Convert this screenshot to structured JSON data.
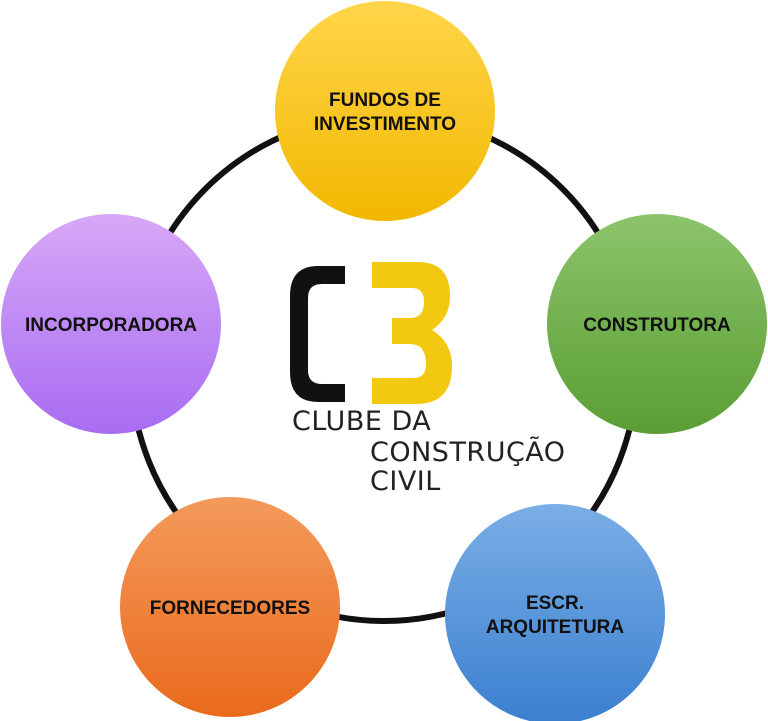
{
  "nodes": [
    {
      "id": "fundos",
      "lines": [
        "FUNDOS DE",
        "INVESTIMENTO"
      ],
      "color_top": "#ffd54a",
      "color_bottom": "#f2b800"
    },
    {
      "id": "construtora",
      "lines": [
        "CONSTRUTORA"
      ],
      "color_top": "#8cc46a",
      "color_bottom": "#5a9e35"
    },
    {
      "id": "arquitetura",
      "lines": [
        "ESCR.",
        "ARQUITETURA"
      ],
      "color_top": "#7aaee6",
      "color_bottom": "#3b7fcf"
    },
    {
      "id": "fornecedores",
      "lines": [
        "FORNECEDORES"
      ],
      "color_top": "#f49a5c",
      "color_bottom": "#ea6a1c"
    },
    {
      "id": "incorporadora",
      "lines": [
        "INCORPORADORA"
      ],
      "color_top": "#d7a8f7",
      "color_bottom": "#a86cf2"
    }
  ],
  "logo": {
    "mark": "C3",
    "name_line1": "CLUBE DA",
    "name_line2": "CONSTRUÇÃO",
    "name_line3": "CIVIL",
    "color_c": "#111111",
    "color_3": "#f2c811"
  },
  "ring_color": "#111111"
}
